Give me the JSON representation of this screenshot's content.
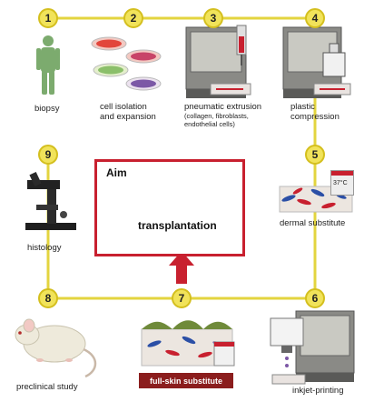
{
  "steps": [
    {
      "number": "1",
      "label": [
        "biopsy"
      ]
    },
    {
      "number": "2",
      "label": [
        "cell isolation",
        "and expansion"
      ]
    },
    {
      "number": "3",
      "label": [
        "pneumatic extrusion"
      ],
      "sublabel": [
        "(collagen, fibroblasts,",
        "endothelial cells)"
      ]
    },
    {
      "number": "4",
      "label": [
        "plastic",
        "compression"
      ]
    },
    {
      "number": "5",
      "label": [
        "dermal substitute"
      ]
    },
    {
      "number": "6",
      "label": [
        "inkjet-printing"
      ]
    },
    {
      "number": "7",
      "label": [
        "full-skin substitute"
      ]
    },
    {
      "number": "8",
      "label": [
        "preclinical study"
      ]
    },
    {
      "number": "9",
      "label": [
        "histology"
      ]
    }
  ],
  "aim": {
    "title": "Aim",
    "text": "transplantation"
  },
  "dermal_temp": "37°C",
  "colors": {
    "path": "#e3d43f",
    "badge": "#f1e35a",
    "aim_border": "#c8202f",
    "arrow": "#c8202f",
    "skin_badge": "#8b1d1d"
  },
  "icons": [
    "human-figure-icon",
    "petri-dish-icon",
    "bioprinter-icon",
    "syringe-icon",
    "compression-device-icon",
    "thermometer-box-icon",
    "microscope-icon",
    "mouse-icon",
    "skin-layer-icon",
    "up-arrow-icon"
  ]
}
